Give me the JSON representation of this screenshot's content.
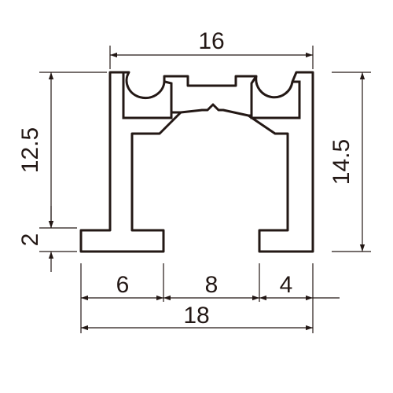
{
  "diagram": {
    "colors": {
      "ink": "#231815",
      "background": "#ffffff"
    },
    "dimensions": {
      "top_width": "16",
      "left_height": "12.5",
      "flange_thickness": "2",
      "right_height": "14.5",
      "bottom_left": "6",
      "bottom_middle": "8",
      "bottom_right": "4",
      "bottom_total": "18"
    }
  }
}
